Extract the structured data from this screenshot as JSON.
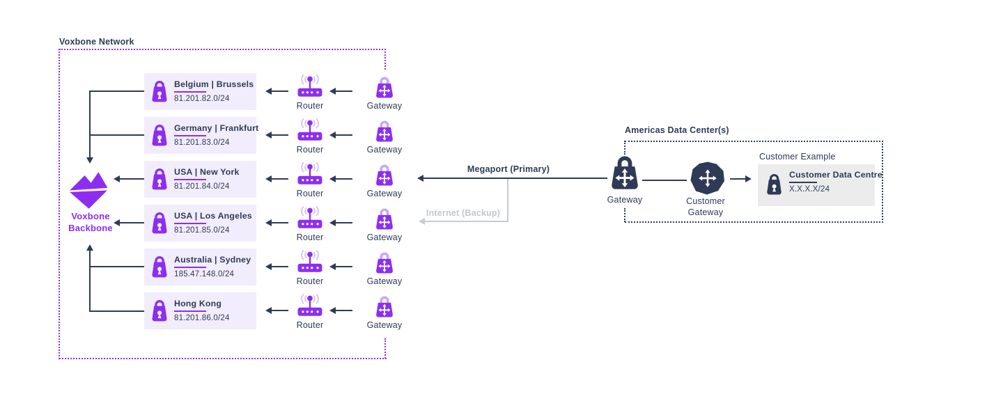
{
  "colors": {
    "purple": "#8e2df2",
    "navy": "#2e3a59",
    "location_card_bg": "#f2edfc",
    "customer_card_bg": "#ececec",
    "backup_gray": "#c7cbd0"
  },
  "voxbone": {
    "section_title": "Voxbone Network",
    "backbone_label": "Voxbone Backbone",
    "router_label": "Router",
    "gateway_label": "Gateway",
    "locations": [
      {
        "title": "Belgium | Brussels",
        "ip": "81.201.82.0/24"
      },
      {
        "title": "Germany | Frankfurt",
        "ip": "81.201.83.0/24"
      },
      {
        "title": "USA | New York",
        "ip": "81.201.84.0/24"
      },
      {
        "title": "USA | Los Angeles",
        "ip": "81.201.85.0/24"
      },
      {
        "title": "Australia | Sydney",
        "ip": "185.47.148.0/24"
      },
      {
        "title": "Hong Kong",
        "ip": "81.201.86.0/24"
      }
    ]
  },
  "links": {
    "primary_label": "Megaport (Primary)",
    "backup_label": "Internet (Backup)"
  },
  "americas": {
    "section_title": "Americas Data Center(s)",
    "gateway_label": "Gateway",
    "customer_gateway_label": "Customer Gateway",
    "customer_example": {
      "title": "Customer Example",
      "name": "Customer Data Centre",
      "ip": "X.X.X.X/24"
    }
  },
  "icons": {
    "lock": "padlock",
    "router": "wifi-router",
    "gateway": "bag-with-cross-arrows",
    "customer_gateway": "blob-with-cross-arrows",
    "backbone": "voxbone-logo"
  }
}
